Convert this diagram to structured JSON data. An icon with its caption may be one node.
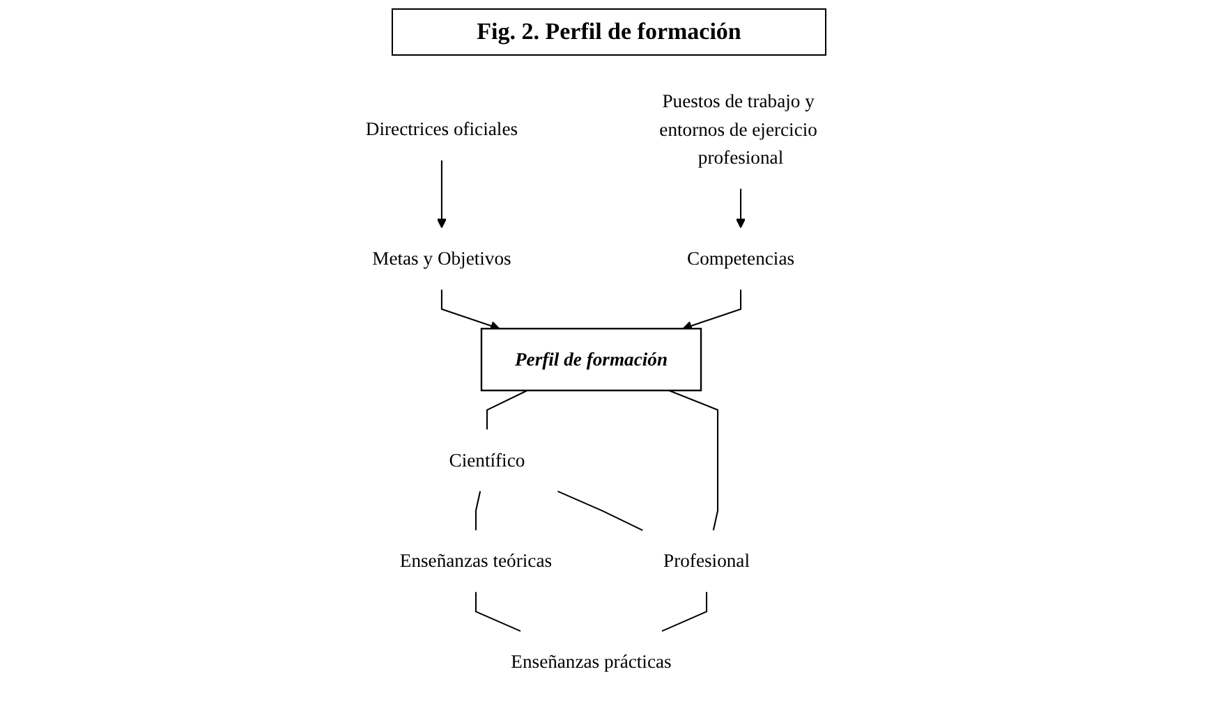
{
  "diagram": {
    "title": "Fig. 2. Perfil de formación",
    "nodes": [
      {
        "text": [
          "Directrices oficiales"
        ]
      },
      {
        "text": [
          "Metas y Objetivos"
        ]
      },
      {
        "text": [
          "Perfil de formación"
        ]
      },
      {
        "text": [
          "Competencias"
        ]
      },
      {
        "text": [
          "Puestos de trabajo y entornos de ejercicio profesional"
        ]
      },
      {
        "text": [
          "Científico"
        ]
      },
      {
        "text": [
          "Enseñanzas teóricas"
        ]
      },
      {
        "text": [
          "Profesional"
        ]
      },
      {
        "text": [
          "Enseñanzas prácticas"
        ]
      }
    ],
    "edges": [
      {
        "from": 0,
        "to": 1,
        "arrow": "to"
      },
      {
        "from": 1,
        "to": 2,
        "arrow": "to"
      },
      {
        "from": 3,
        "to": 2,
        "arrow": "to"
      },
      {
        "from": 4,
        "to": 3,
        "arrow": "to"
      },
      {
        "from": 2,
        "to": 5,
        "arrow": "none"
      },
      {
        "from": 2,
        "to": 7,
        "arrow": "none"
      },
      {
        "from": 5,
        "to": 6,
        "arrow": "none"
      },
      {
        "from": 5,
        "to": 7,
        "arrow": "none"
      },
      {
        "from": 6,
        "to": 8,
        "arrow": "none"
      },
      {
        "from": 7,
        "to": 8,
        "arrow": "none"
      }
    ]
  }
}
